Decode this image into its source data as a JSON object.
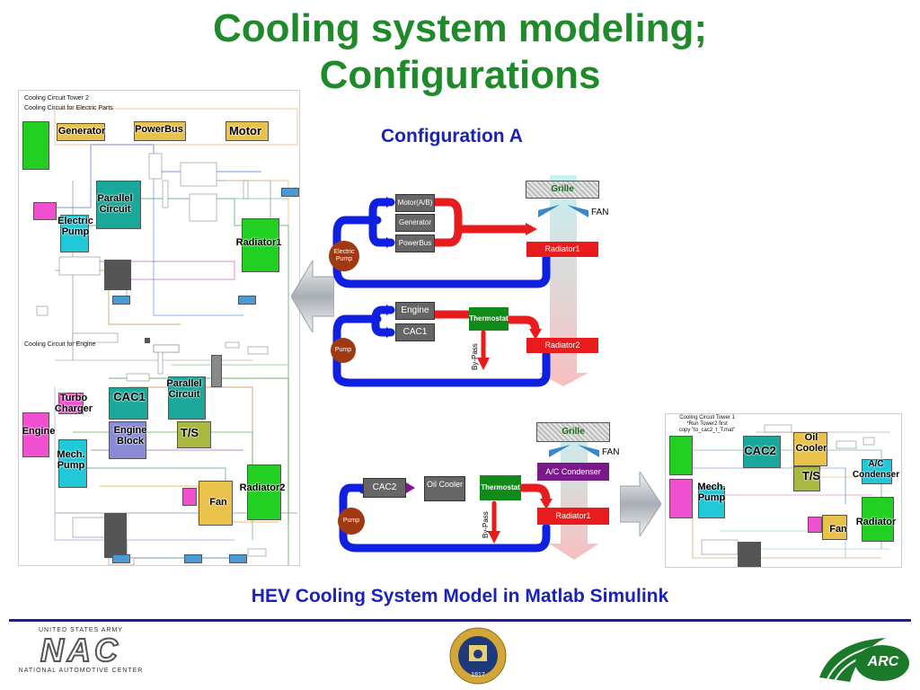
{
  "title_line1": "Cooling system modeling;",
  "title_line2": "Configurations",
  "config_a_label": "Configuration A",
  "footer_caption": "HEV Cooling System Model in Matlab Simulink",
  "left_model": {
    "header1": "Cooling Circuit Tower 2",
    "header2": "Cooling Circuit for Electric Parts",
    "engine_section": "Cooling Circuit for Engine",
    "labels": {
      "generator": "Generator",
      "powerbus": "PowerBus",
      "motor": "Motor",
      "parallel_circuit": "Parallel Circuit",
      "electric_pump": "Electric Pump",
      "radiator1": "Radiator1",
      "turbo_charger": "Turbo Charger",
      "cac1": "CAC1",
      "parallel_circuit2": "Parallel Circuit",
      "engine": "Engine",
      "engine_block": "Engine Block",
      "ts": "T/S",
      "mech_pump": "Mech. Pump",
      "fan": "Fan",
      "radiator2": "Radiator2"
    }
  },
  "config_a": {
    "grille": "Grille",
    "fan": "FAN",
    "motor": "Motor(A/B)",
    "generator": "Generator",
    "powerbus": "PowerBus",
    "electric_pump": "Electric Pump",
    "radiator1": "Radiator1",
    "engine": "Engine",
    "cac1": "CAC1",
    "thermostat": "Thermostat",
    "pump": "Pump",
    "bypass": "By-Pass",
    "radiator2": "Radiator2"
  },
  "config_b": {
    "grille": "Grille",
    "fan": "FAN",
    "ac_condenser": "A/C Condenser",
    "cac2": "CAC2",
    "oil_cooler": "Oil Cooler",
    "thermostat": "Thermostat",
    "pump": "Pump",
    "bypass": "By-Pass",
    "radiator1": "Radiator1"
  },
  "right_model": {
    "header1": "Cooling Circuit Tower 1",
    "header2": "*Run Tower2 first",
    "header3": "copy \"to_cac2_t_T.mat\"",
    "labels": {
      "cac2": "CAC2",
      "oil_cooler": "Oil Cooler",
      "ts": "T/S",
      "ac_condenser": "A/C Condenser",
      "mech_pump": "Mech. Pump",
      "radiator": "Radiator",
      "fan": "Fan"
    }
  },
  "logos": {
    "army_top": "UNITED STATES ARMY",
    "nac": "NAC",
    "army_bottom": "NATIONAL AUTOMOTIVE CENTER",
    "seal_year": "1817",
    "arc": "ARC"
  },
  "colors": {
    "title_green": "#1f8a2a",
    "caption_blue": "#1a22b8",
    "hot_red": "#e81c1c",
    "cold_blue": "#1020e0"
  }
}
